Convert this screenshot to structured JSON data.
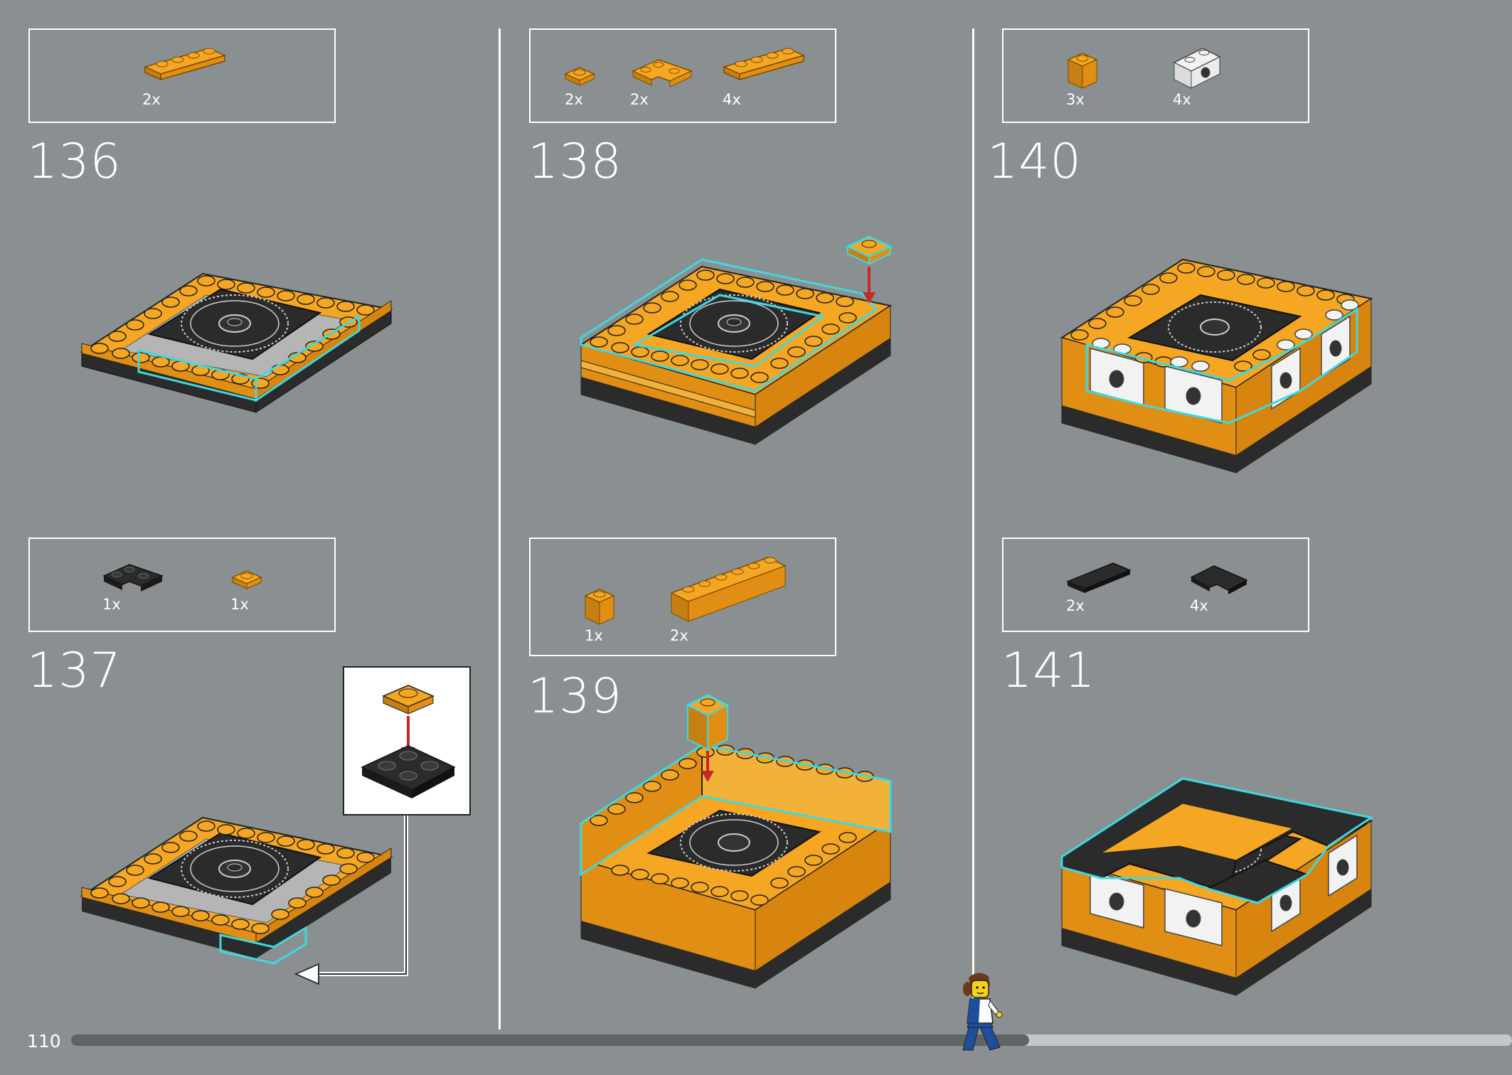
{
  "page": {
    "number": "110",
    "progress_fraction": 0.665
  },
  "colors": {
    "background": "#8a9091",
    "brick_orange": "#f5a623",
    "brick_black": "#2b2b2b",
    "brick_white": "#f2f2f2",
    "highlight": "#3fd8e0",
    "arrow_red": "#c62828"
  },
  "steps": [
    {
      "number": "136",
      "parts": [
        {
          "icon": "orange-plate-1x4",
          "qty": "2x"
        }
      ]
    },
    {
      "number": "137",
      "parts": [
        {
          "icon": "black-corner-plate",
          "qty": "1x"
        },
        {
          "icon": "orange-plate-1x1",
          "qty": "1x"
        }
      ]
    },
    {
      "number": "138",
      "parts": [
        {
          "icon": "orange-plate-1x1",
          "qty": "2x"
        },
        {
          "icon": "orange-corner-plate",
          "qty": "2x"
        },
        {
          "icon": "orange-plate-1x4",
          "qty": "4x"
        }
      ]
    },
    {
      "number": "139",
      "parts": [
        {
          "icon": "orange-brick-1x1",
          "qty": "1x"
        },
        {
          "icon": "orange-brick-1x6",
          "qty": "2x"
        }
      ]
    },
    {
      "number": "140",
      "parts": [
        {
          "icon": "orange-brick-1x1",
          "qty": "3x"
        },
        {
          "icon": "white-brick-1x2-with-hole",
          "qty": "4x"
        }
      ]
    },
    {
      "number": "141",
      "parts": [
        {
          "icon": "black-tile-1x4",
          "qty": "2x"
        },
        {
          "icon": "black-corner-tile",
          "qty": "4x"
        }
      ]
    }
  ]
}
